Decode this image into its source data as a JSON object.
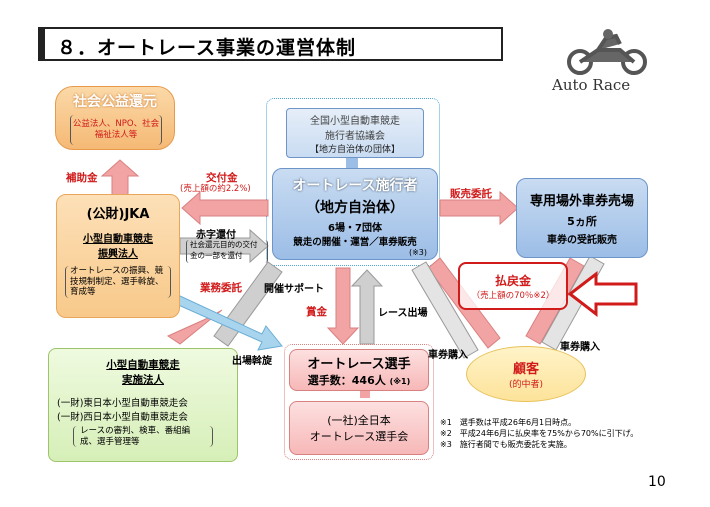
{
  "title": "８．オートレース事業の運営体制",
  "logo_text": "Auto Race",
  "page_number": "10",
  "social": {
    "title": "社会公益還元",
    "sub": "公益法人、NPO、社会福祉法人等"
  },
  "jka": {
    "name": "(公財)JKA",
    "sub1": "小型自動車競走",
    "sub2": "振興法人",
    "items": "オートレースの振興、競技規制制定、選手斡旋、育成等"
  },
  "national": {
    "line1": "全国小型自動車競走",
    "line2": "施行者協議会",
    "line3": "【地方自治体の団体】"
  },
  "organizer": {
    "line1": "オートレース施行者",
    "line2": "（地方自治体）",
    "line3": "6場・7団体",
    "line4": "競走の開催・運営／車券販売",
    "note": "(※3)"
  },
  "outlet": {
    "line1": "専用場外車券売場",
    "line2": "5ヵ所",
    "line3": "車券の受託販売"
  },
  "payout": {
    "title": "払戻金",
    "sub": "（売上額の70％※2）"
  },
  "customer": {
    "title": "顧客",
    "sub": "(的中者)"
  },
  "racer": {
    "title": "オートレース選手",
    "count": "選手数：446人",
    "note": "(※1)"
  },
  "association": {
    "line1": "(一社)全日本",
    "line2": "オートレース選手会"
  },
  "implementer": {
    "title1": "小型自動車競走",
    "title2": "実施法人",
    "east": "(一財)東日本小型自動車競走会",
    "west": "(一財)西日本小型自動車競走会",
    "items": "レースの審判、検車、番組編成、選手管理等"
  },
  "labels": {
    "subsidy": "補助金",
    "grant": "交付金",
    "grant_rate": "(売上額の約2.2%)",
    "deficit": "赤字還付",
    "deficit_note": "社会還元目的の交付金の一部を還付",
    "business_commission": "業務委託",
    "support": "開催サポート",
    "dispatch": "出場斡旋",
    "prize": "賞金",
    "race_entry": "レース出場",
    "sales_commission": "販売委託",
    "ticket_buy_left": "車券購入",
    "ticket_buy_right": "車券購入"
  },
  "footnotes": [
    "※1　選手数は平成26年6月1日時点。",
    "※2　平成24年6月に払戻率を75%から70%に引下げ。",
    "※3　施行者間でも販売委託を実施。"
  ],
  "colors": {
    "red": "#d11a1a",
    "orange_box": "#f8c98a",
    "blue_box": "#9cbde6",
    "green_box": "#d6efb8",
    "pink_arrow": "#f2a3a3",
    "gray_arrow": "#cfcfcf"
  }
}
